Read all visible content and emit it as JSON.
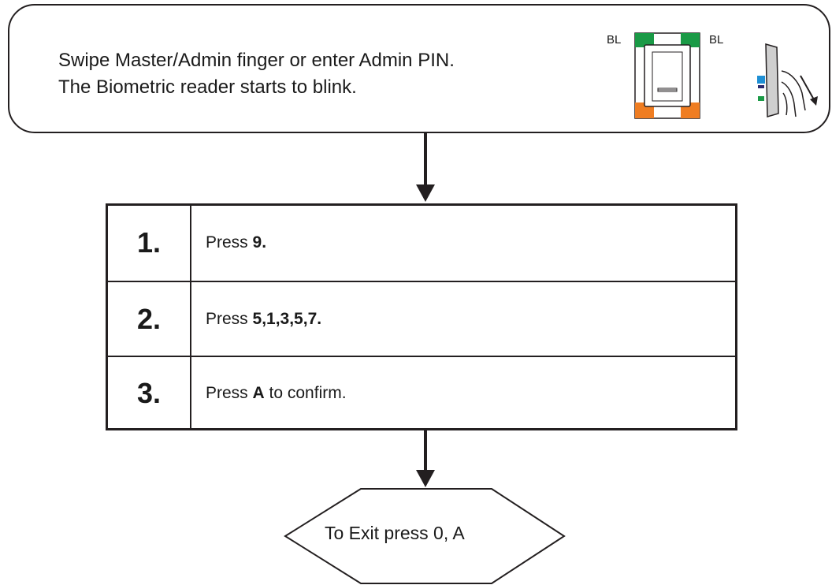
{
  "start": {
    "line1": "Swipe Master/Admin finger or enter Admin PIN.",
    "line2": "The Biometric reader starts to blink.",
    "label_left": "BL",
    "label_right": "BL",
    "colors": {
      "green": "#1a9a46",
      "orange": "#ef7d22",
      "blue": "#1e8fd4"
    }
  },
  "steps": [
    {
      "number": "1.",
      "prefix": "Press ",
      "bold": "9.",
      "suffix": ""
    },
    {
      "number": "2.",
      "prefix": "Press ",
      "bold": "5,1,3,5,7.",
      "suffix": ""
    },
    {
      "number": "3.",
      "prefix": "Press ",
      "bold": "A",
      "suffix": " to confirm."
    }
  ],
  "exit": {
    "label": "To Exit press 0, A"
  }
}
